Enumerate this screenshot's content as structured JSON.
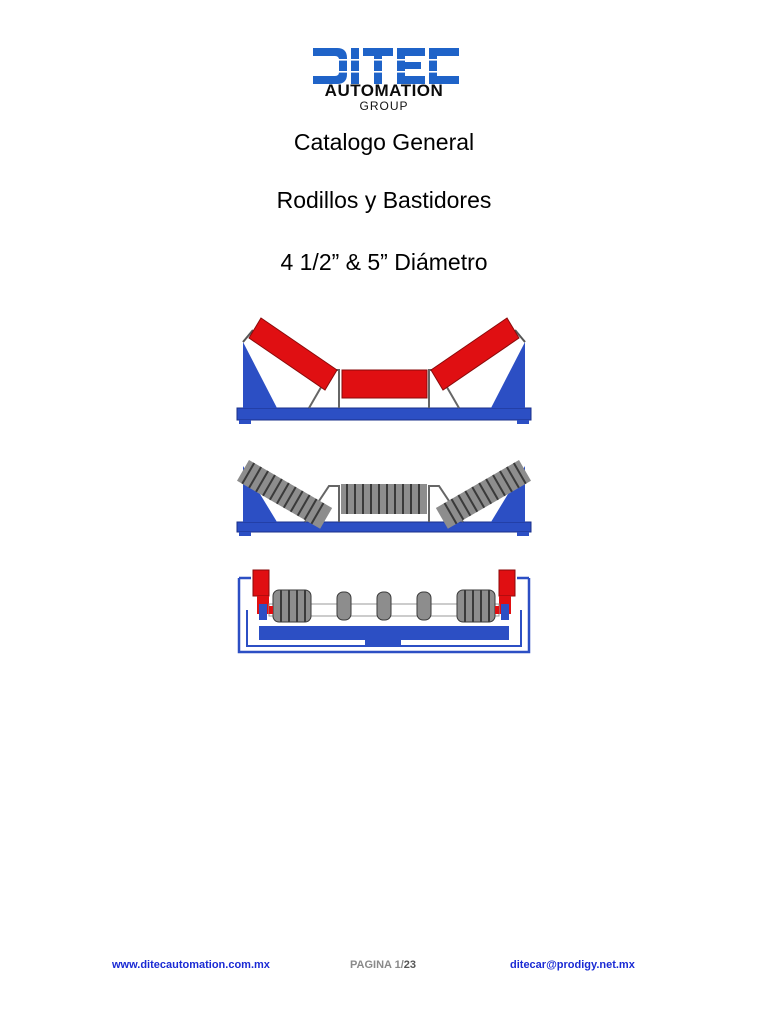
{
  "logo": {
    "brand": "DITEC",
    "line1": "AUTOMATION",
    "line2": "GROUP",
    "color": "#1f63c8"
  },
  "titles": {
    "line1": "Catalogo General",
    "line2": "Rodillos y Bastidores",
    "line3": "4 1/2” & 5” Diámetro"
  },
  "figure_colors": {
    "frame": "#2c4fc4",
    "roller": "#e00f12",
    "rubber": "#8d8d8d"
  },
  "footer": {
    "website": "www.ditecautomation.com.mx",
    "page_label": "PAGINA 1/",
    "page_total": "23",
    "email": "ditecar@prodigy.net.mx"
  }
}
